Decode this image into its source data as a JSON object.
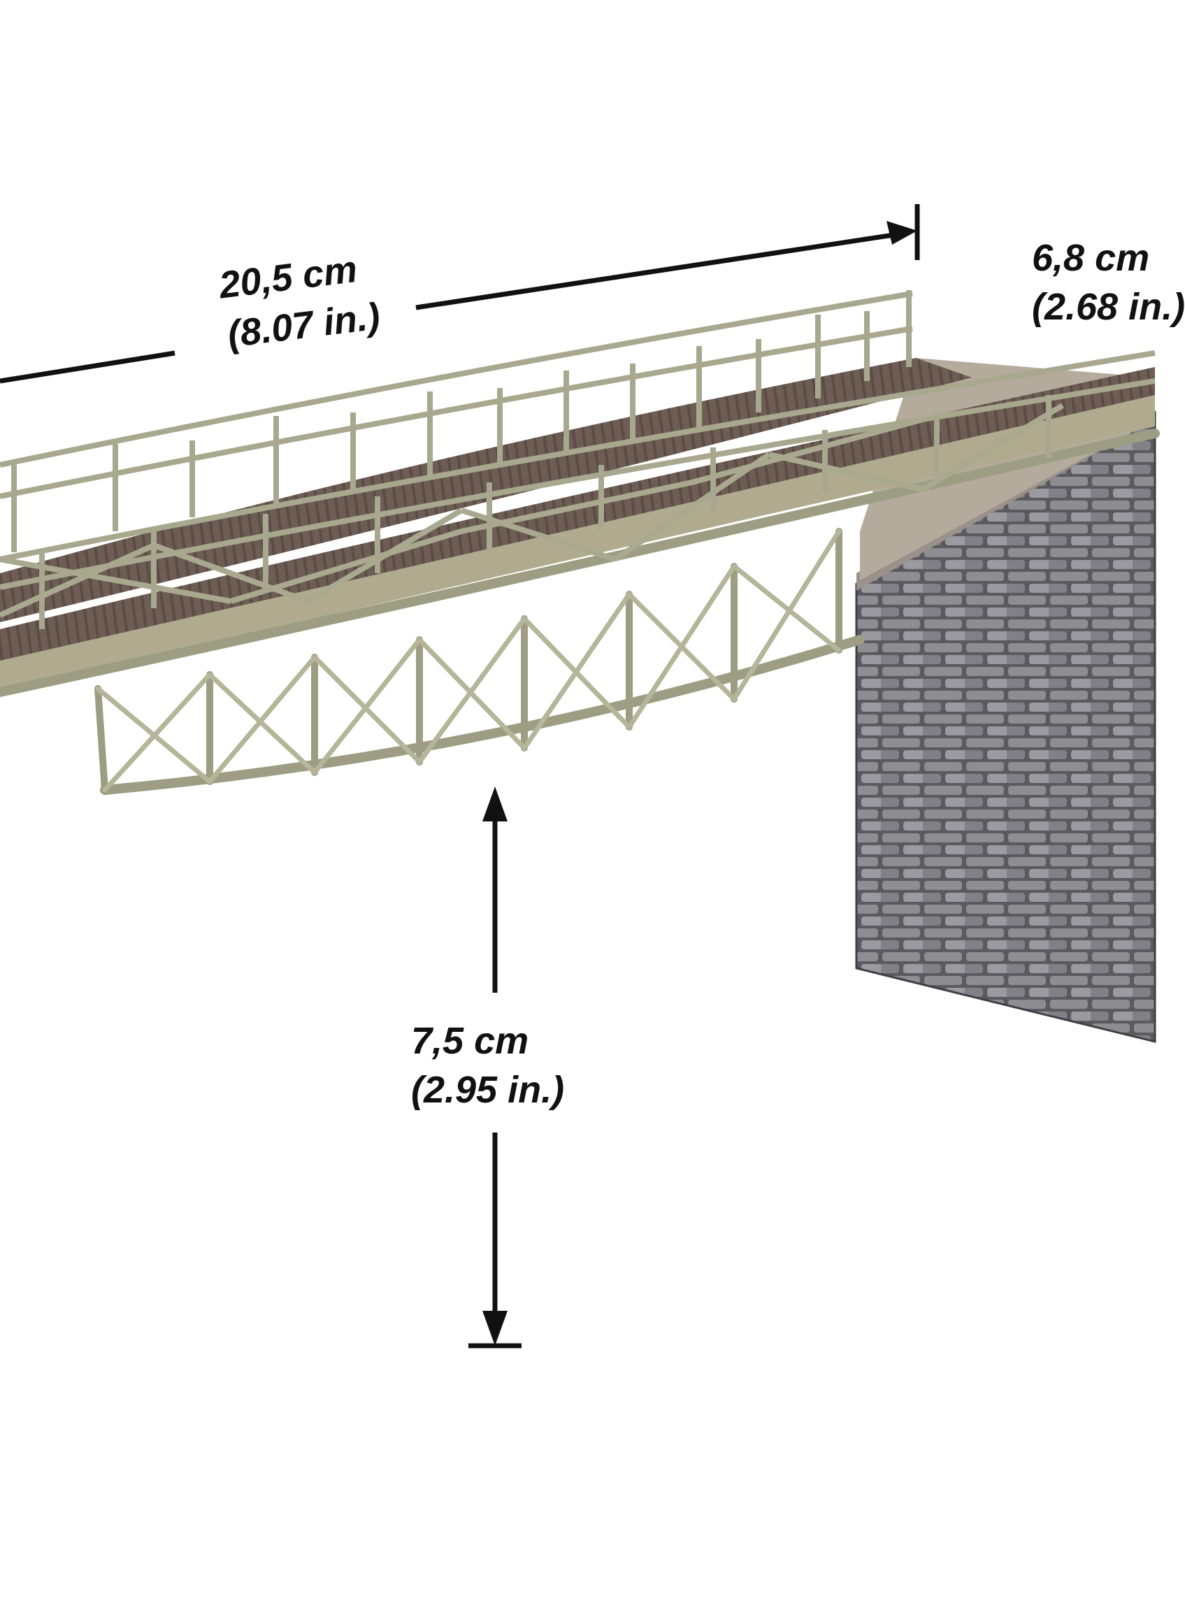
{
  "image": {
    "subject": "model railway truss bridge on stone pier",
    "colors": {
      "background": "#ffffff",
      "truss": "#a7a88e",
      "truss_shadow": "#7f806a",
      "deck": "#5b4c46",
      "deck_plank": "#6e5d55",
      "stone": "#8a8a8e",
      "stone_dark": "#4e4e52",
      "text": "#111111"
    }
  },
  "dimensions": {
    "length": {
      "metric": "20,5 cm",
      "imperial": "(8.07 in.)"
    },
    "width": {
      "metric": "6,8 cm",
      "imperial": "(2.68 in.)"
    },
    "height": {
      "metric": "7,5 cm",
      "imperial": "(2.95 in.)"
    }
  }
}
